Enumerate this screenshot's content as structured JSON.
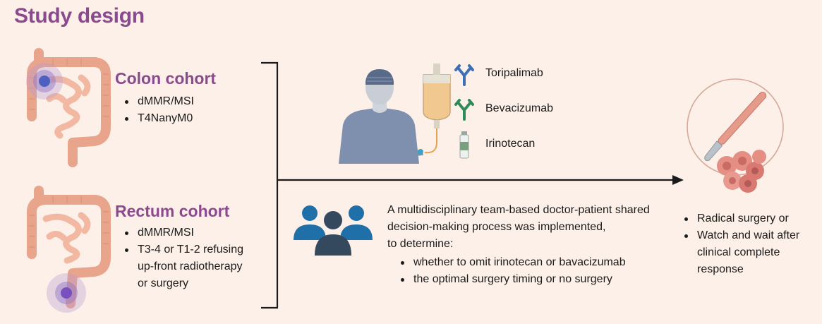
{
  "title": "Study design",
  "colon": {
    "title": "Colon cohort",
    "bullets": [
      "dMMR/MSI",
      "T4NanyM0"
    ]
  },
  "rectum": {
    "title": "Rectum cohort",
    "bullet1": "dMMR/MSI",
    "bullet2_lines": [
      "T3-4 or T1-2 refusing",
      "up-front radiotherapy",
      "or surgery"
    ]
  },
  "drugs": [
    {
      "name": "Toripalimab",
      "icon": "antibody-icon",
      "color": "#3b6fb6"
    },
    {
      "name": "Bevacizumab",
      "icon": "antibody-icon",
      "color": "#2e8b57"
    },
    {
      "name": "Irinotecan",
      "icon": "vial-icon",
      "color": "#7aa080"
    }
  ],
  "mdt": {
    "lines": [
      "A multidisciplinary team-based doctor-patient shared",
      "decision-making process was implemented,",
      "to determine:"
    ],
    "bullets": [
      "whether to omit irinotecan or bavacizumab",
      "the optimal surgery timing or no surgery"
    ]
  },
  "outcomes": {
    "item1": "Radical surgery or",
    "item2_lines": [
      "Watch and wait after",
      "clinical complete",
      "response"
    ]
  },
  "colors": {
    "title": "#8b4a8e",
    "background": "#fdf0e8",
    "team": "#1f6fa8",
    "team_center": "#34495e",
    "arrow": "#1a1a1a"
  }
}
